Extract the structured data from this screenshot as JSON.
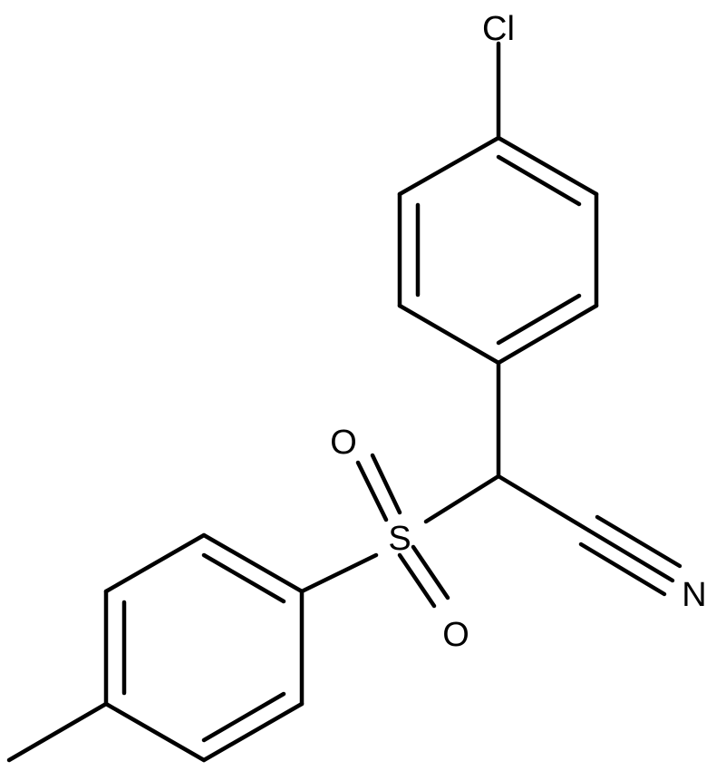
{
  "molecule": {
    "atoms": {
      "chlorine": "Cl",
      "sulfur": "S",
      "oxygen_top": "O",
      "oxygen_bottom": "O",
      "nitrogen": "N"
    },
    "colors": {
      "bond": "#000000",
      "background": "#ffffff"
    }
  }
}
